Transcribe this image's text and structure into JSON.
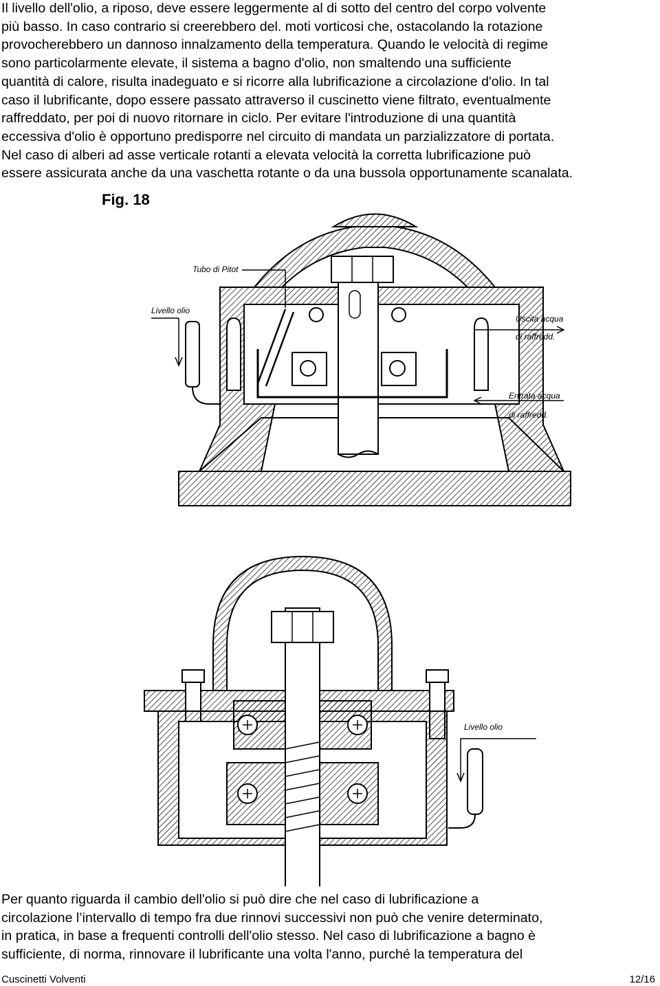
{
  "paragraph_top": [
    "Il livello dell'olio, a riposo, deve essere leggermente al di sotto del centro del corpo volvente",
    "più basso. In caso contrario si creerebbero del. moti vorticosi che, ostacolando la rotazione",
    "provocherebbero un dannoso innalzamento della temperatura. Quando le velocità di regime",
    "sono particolarmente elevate, il sistema a bagno d'olio, non smaltendo una sufficiente",
    "quantità di calore, risulta inadeguato e si ricorre alla lubrificazione a circolazione d'olio. In tal",
    "caso il lubrificante, dopo essere passato attraverso il cuscinetto viene filtrato, eventualmente",
    "raffreddato, per poi di nuovo ritornare in ciclo. Per evitare l'introduzione di una quantità",
    "eccessiva d'olio è opportuno predisporre nel circuito di mandata un parzializzatore di portata.",
    "Nel caso di alberi ad asse verticale rotanti a elevata velocità la corretta lubrificazione può",
    "essere assicurata anche da una vaschetta rotante o da una bussola opportunamente scanalata."
  ],
  "figure": {
    "title": "Fig. 18",
    "upper_labels": {
      "pitot": "Tubo di Pitot",
      "oil_level": "Livello olio",
      "water_out_1": "Uscita acqua",
      "water_out_2": "di raffredd.",
      "water_in_1": "Entrata acqua",
      "water_in_2": "di raffredd."
    },
    "lower_labels": {
      "oil_level": "Livello olio"
    }
  },
  "paragraph_bottom": [
    "Per quanto riguarda il cambio dell'olio si può dire che nel caso di lubrificazione a",
    "circolazione l’intervallo di tempo fra due rinnovi successivi non può che venire determinato,",
    "in pratica, in base a frequenti controlli dell'olio stesso. Nel caso di lubrificazione a bagno è",
    "sufficiente, di norma, rinnovare il lubrificante una volta l'anno, purché la temperatura del"
  ],
  "footer": {
    "title": "Cuscinetti Volventi",
    "page": "12/16"
  }
}
